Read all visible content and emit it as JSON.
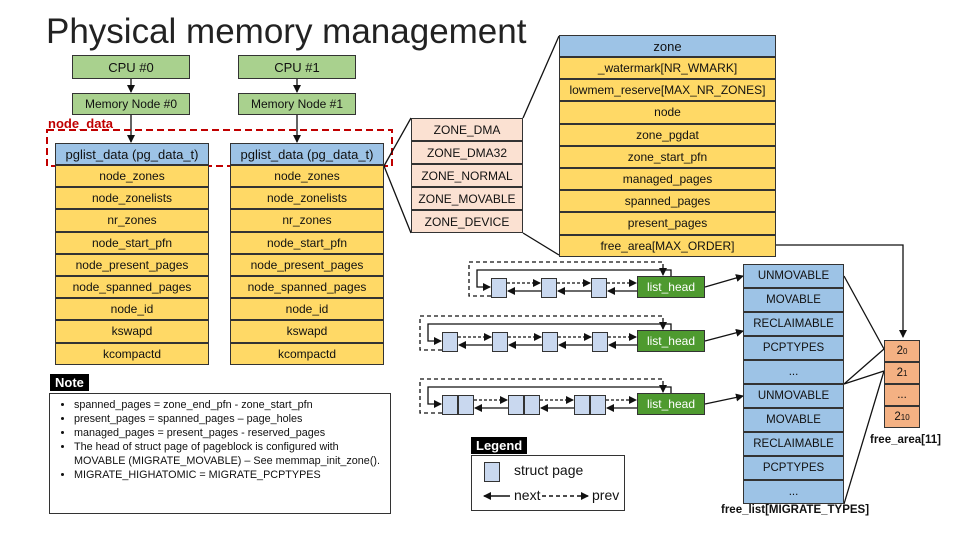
{
  "title": "Physical memory management",
  "node_data_label": "node_data",
  "cpus": [
    {
      "cpu": "CPU #0",
      "node": "Memory Node #0"
    },
    {
      "cpu": "CPU #1",
      "node": "Memory Node #1"
    }
  ],
  "pglist": {
    "header": "pglist_data (pg_data_t)",
    "fields": [
      "node_zones",
      "node_zonelists",
      "nr_zones",
      "node_start_pfn",
      "node_present_pages",
      "node_spanned_pages",
      "node_id",
      "kswapd",
      "kcompactd"
    ]
  },
  "zones": [
    "ZONE_DMA",
    "ZONE_DMA32",
    "ZONE_NORMAL",
    "ZONE_MOVABLE",
    "ZONE_DEVICE"
  ],
  "zone_struct": {
    "header": "zone",
    "fields": [
      "_watermark[NR_WMARK]",
      "lowmem_reserve[MAX_NR_ZONES]",
      "node",
      "zone_pgdat",
      "zone_start_pfn",
      "managed_pages",
      "spanned_pages",
      "present_pages",
      "free_area[MAX_ORDER]"
    ]
  },
  "list_head_label": "list_head",
  "migrate_types": [
    "UNMOVABLE",
    "MOVABLE",
    "RECLAIMABLE",
    "PCPTYPES",
    "..."
  ],
  "free_list_caption": "free_list[MIGRATE_TYPES]",
  "free_area": {
    "items": [
      {
        "base": "2",
        "exp": "0"
      },
      {
        "base": "2",
        "exp": "1"
      },
      {
        "base": "...",
        "exp": ""
      },
      {
        "base": "2",
        "exp": "10"
      }
    ],
    "caption": "free_area[11]"
  },
  "note": {
    "title": "Note",
    "items": [
      "spanned_pages = zone_end_pfn - zone_start_pfn",
      "present_pages = spanned_pages – page_holes",
      "managed_pages = present_pages - reserved_pages",
      "The head of struct page of pageblock is configured with MOVABLE (MIGRATE_MOVABLE) – See memmap_init_zone().",
      "MIGRATE_HIGHATOMIC = MIGRATE_PCPTYPES"
    ]
  },
  "legend": {
    "title": "Legend",
    "struct_page": "struct page",
    "next": "next",
    "prev": "prev"
  },
  "colors": {
    "cpu": "#a9d18e",
    "header": "#9dc3e6",
    "field": "#ffd966",
    "zone_type": "#fbe1d2",
    "list_head": "#4e9a2f",
    "free_area": "#f4b183",
    "node_data_border": "#c00000"
  }
}
